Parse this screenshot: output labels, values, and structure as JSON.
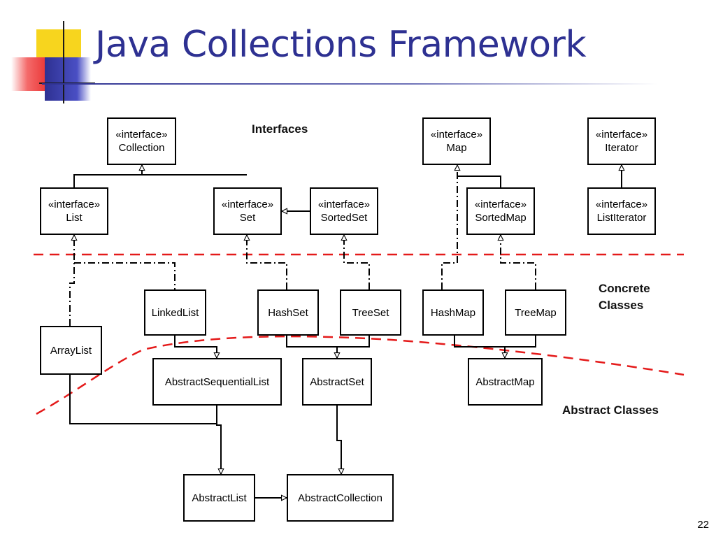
{
  "slide": {
    "title": "Java Collections Framework",
    "page_number": "22"
  },
  "diagram": {
    "stereotype": "«interface»",
    "region_labels": {
      "interfaces": "Interfaces",
      "concrete_line1": "Concrete",
      "concrete_line2": "Classes",
      "abstract": "Abstract Classes"
    },
    "interfaces": {
      "collection": "Collection",
      "list": "List",
      "set": "Set",
      "sorted_set": "SortedSet",
      "map": "Map",
      "sorted_map": "SortedMap",
      "iterator": "Iterator",
      "list_iterator": "ListIterator"
    },
    "concrete_classes": {
      "array_list": "ArrayList",
      "linked_list": "LinkedList",
      "hash_set": "HashSet",
      "tree_set": "TreeSet",
      "hash_map": "HashMap",
      "tree_map": "TreeMap"
    },
    "abstract_classes": {
      "abstract_sequential_list": "AbstractSequentialList",
      "abstract_set": "AbstractSet",
      "abstract_map": "AbstractMap",
      "abstract_list": "AbstractList",
      "abstract_collection": "AbstractCollection"
    },
    "colors": {
      "title": "#2e3192",
      "boundary_line": "#e41a1a",
      "box_border": "#000000"
    }
  }
}
